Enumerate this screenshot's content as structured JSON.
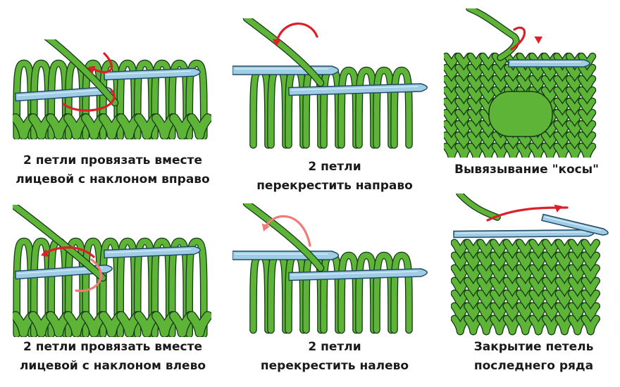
{
  "colors": {
    "yarn": "#5db437",
    "yarn_outline": "#16391a",
    "needle": "#9fcde6",
    "needle_outline": "#1f4a66",
    "arrow": "#dd1f2a",
    "arrow_light": "#f27a78",
    "text": "#1a1a1a"
  },
  "panels": [
    {
      "icons": [
        "left-needle-icon",
        "right-needle-icon",
        "working-yarn-icon",
        "direction-arrow-icon"
      ],
      "caption": [
        "2 петли провязать вместе",
        "лицевой с наклоном вправо"
      ]
    },
    {
      "icons": [
        "left-needle-icon",
        "cable-needle-icon",
        "working-yarn-icon",
        "direction-arrow-icon"
      ],
      "caption": [
        "2 петли",
        "перекрестить направо"
      ]
    },
    {
      "icons": [
        "stockinette-fabric-icon",
        "needle-icon",
        "working-yarn-icon",
        "direction-arrow-icon"
      ],
      "caption": [
        "Вывязывание \"косы\""
      ]
    },
    {
      "icons": [
        "left-needle-icon",
        "right-needle-icon",
        "working-yarn-icon",
        "direction-arrow-icon"
      ],
      "caption": [
        "2 петли провязать вместе",
        "лицевой с наклоном влево"
      ]
    },
    {
      "icons": [
        "left-needle-icon",
        "cable-needle-icon",
        "working-yarn-icon",
        "direction-arrow-icon"
      ],
      "caption": [
        "2 петли",
        "перекрестить налево"
      ]
    },
    {
      "icons": [
        "stockinette-fabric-icon",
        "needle-icon",
        "working-yarn-icon",
        "direction-arrow-icon"
      ],
      "caption": [
        "Закрытие петель",
        "последнего ряда"
      ]
    }
  ]
}
